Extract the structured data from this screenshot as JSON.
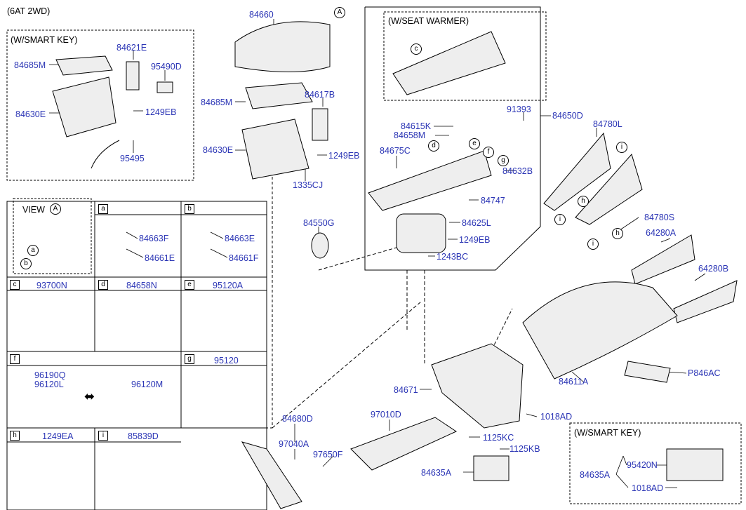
{
  "header": {
    "variant": "(6AT 2WD)"
  },
  "boxes": {
    "smart_key_top": "(W/SMART KEY)",
    "seat_warmer": "(W/SEAT WARMER)",
    "smart_key_bottom": "(W/SMART KEY)",
    "view": "VIEW"
  },
  "view_marker": "A",
  "callouts": {
    "a": "a",
    "b": "b",
    "c": "c",
    "d": "d",
    "e": "e",
    "f": "f",
    "g": "g",
    "h": "h",
    "i": "i"
  },
  "cells": {
    "c": "93700N",
    "d": "84658N",
    "e": "95120A",
    "g": "95120",
    "f1": "96190Q",
    "f2": "96120L",
    "f3": "96120M",
    "h": "1249EA",
    "i": "85839D"
  },
  "parts": {
    "p84685M_a": "84685M",
    "p84621E": "84621E",
    "p95490D": "95490D",
    "p84630E_a": "84630E",
    "p1249EB_a": "1249EB",
    "p95495": "95495",
    "p84660": "84660",
    "p84685M_b": "84685M",
    "p84617B": "84617B",
    "p84630E_b": "84630E",
    "p1249EB_b": "1249EB",
    "p1335CJ": "1335CJ",
    "p84663F": "84663F",
    "p84661E": "84661E",
    "p84663E": "84663E",
    "p84661F": "84661F",
    "p84550G": "84550G",
    "p84625L": "84625L",
    "p1249EB_c": "1249EB",
    "p1243BC": "1243BC",
    "p84615K": "84615K",
    "p84658M": "84658M",
    "p84675C": "84675C",
    "p91393": "91393",
    "p84632B": "84632B",
    "p84747": "84747",
    "p84650D": "84650D",
    "p84780L": "84780L",
    "p84780S": "84780S",
    "p64280A": "64280A",
    "p64280B": "64280B",
    "p84671": "84671",
    "p84611A": "84611A",
    "pP846AC": "P846AC",
    "p1018AD_a": "1018AD",
    "p97010D": "97010D",
    "p84680D": "84680D",
    "p97040A": "97040A",
    "p97650F": "97650F",
    "p1125KC": "1125KC",
    "p1125KB": "1125KB",
    "p84635A_a": "84635A",
    "p84635A_b": "84635A",
    "p95420N": "95420N",
    "p1018AD_b": "1018AD"
  },
  "colors": {
    "part_number": "#2b35b5",
    "line": "#000000",
    "dash": "#333333"
  }
}
